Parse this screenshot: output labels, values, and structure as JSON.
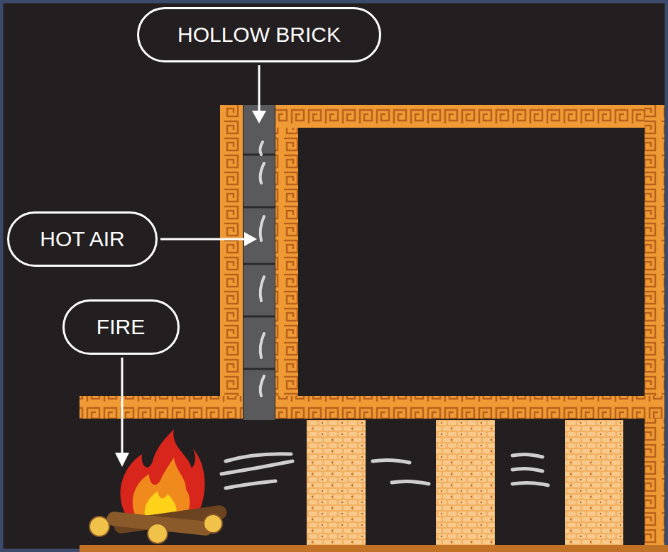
{
  "diagram": {
    "nodes": [
      {
        "text": [
          "HOLLOW BRICK"
        ]
      },
      {
        "text": [
          "HOT AIR"
        ]
      },
      {
        "text": [
          "FIRE"
        ]
      }
    ]
  }
}
